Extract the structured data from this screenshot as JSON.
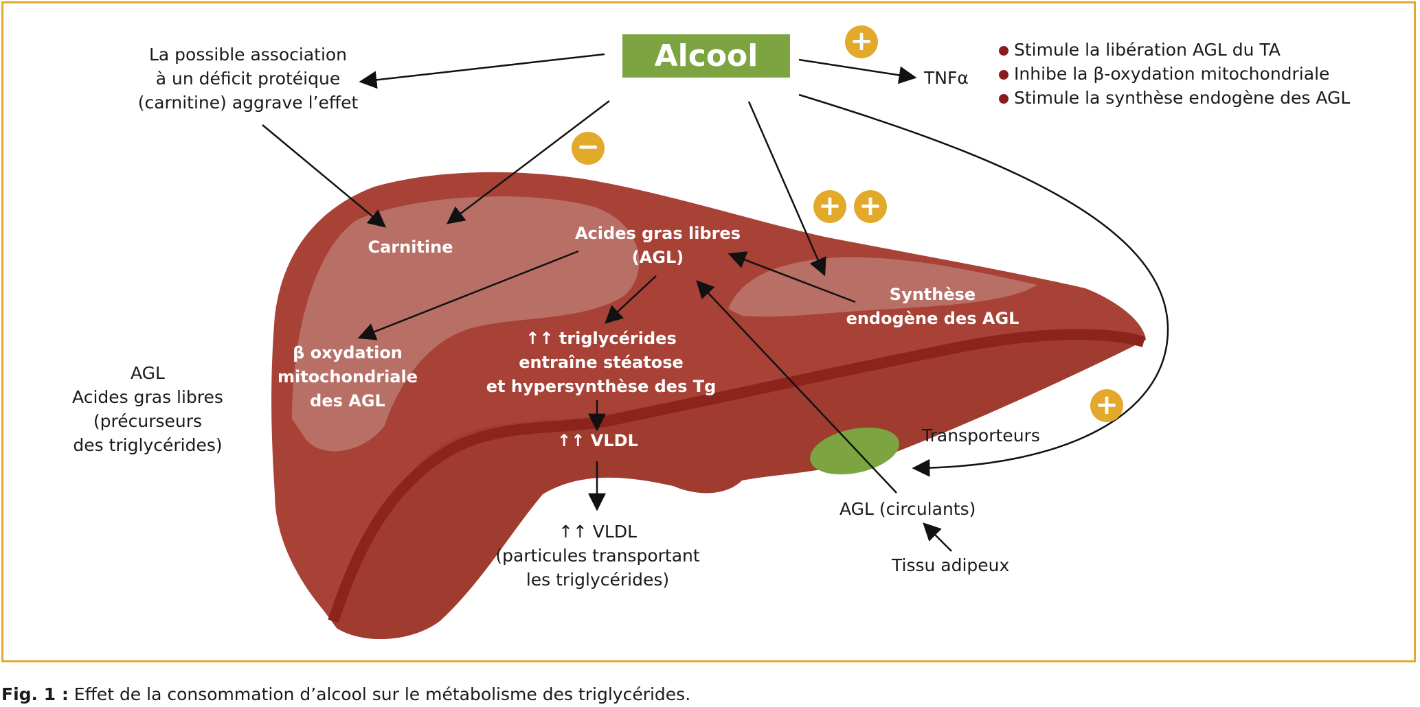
{
  "diagram": {
    "alcool": "Alcool",
    "tnf": "TNFα",
    "effects": [
      "Stimule la libération AGL du TA",
      "Inhibe la β-oxydation mitochondriale",
      "Stimule la synthèse endogène des AGL"
    ],
    "association_note": [
      "La possible association",
      "à un déficit protéique",
      "(carnitine) aggrave l’effet"
    ],
    "carnitine": "Carnitine",
    "agl_liver": [
      "Acides gras libres",
      "(AGL)"
    ],
    "beta_oxidation": [
      "β oxydation",
      "mitochondriale",
      "des AGL"
    ],
    "synthese": [
      "Synthèse",
      "endogène des AGL"
    ],
    "triglycerides": [
      "↑↑ triglycérides",
      "entraîne stéatose",
      "et hypersynthèse des Tg"
    ],
    "vldl_liver": "↑↑ VLDL",
    "vldl_out": [
      "↑↑ VLDL",
      "(particules transportant",
      "les triglycérides)"
    ],
    "agl_legend": [
      "AGL",
      "Acides gras libres",
      "(précurseurs",
      "des triglycérides)"
    ],
    "transporteurs": "Transporteurs",
    "agl_circulants": "AGL (circulants)",
    "tissu_adipeux": "Tissu adipeux",
    "signs": {
      "plus": "+",
      "minus": "−"
    }
  },
  "caption": {
    "label": "Fig. 1 :",
    "text": " Effet de la consommation d’alcool sur le métabolisme des triglycérides."
  },
  "colors": {
    "frame": "#e3a92a",
    "alcool_box": "#7ca440",
    "liver_dark": "#9c2a22",
    "liver_main": "#ab4b40",
    "liver_light": "#b9726a",
    "badge": "#e3a92a",
    "transporter": "#7ca440"
  }
}
